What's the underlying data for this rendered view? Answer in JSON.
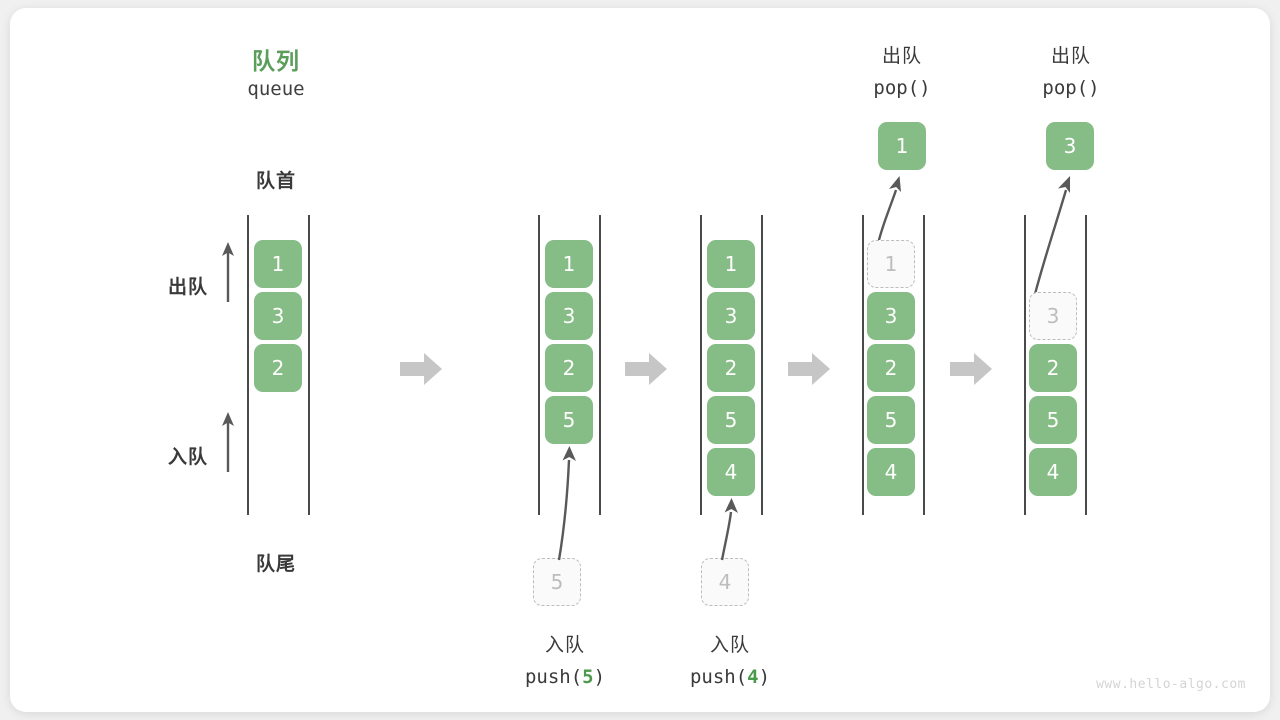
{
  "diagram": {
    "title_cn": "队列",
    "title_en": "queue",
    "head_label": "队首",
    "tail_label": "队尾",
    "dequeue_label": "出队",
    "enqueue_label": "入队",
    "watermark": "www.hello-algo.com",
    "colors": {
      "element": "#86bc85",
      "accent": "#5a9e5a",
      "ghost_border": "#bdbdbd",
      "rail": "#4a4a4a",
      "step_arrow": "#c6c6c6",
      "text": "#3a3a3a",
      "card": "#ffffff",
      "background": "#f0f0f0"
    }
  },
  "steps": [
    {
      "id": "initial",
      "cells": [
        {
          "value": "1",
          "slot": 1,
          "state": "filled"
        },
        {
          "value": "3",
          "slot": 2,
          "state": "filled"
        },
        {
          "value": "2",
          "slot": 3,
          "state": "filled"
        }
      ],
      "side_labels": [
        {
          "text": "出队",
          "kind": "dequeue"
        },
        {
          "text": "入队",
          "kind": "enqueue"
        }
      ],
      "pending": null,
      "caption_cn": null,
      "caption_code": null,
      "popped": null
    },
    {
      "id": "push-5",
      "cells": [
        {
          "value": "1",
          "slot": 1,
          "state": "filled"
        },
        {
          "value": "3",
          "slot": 2,
          "state": "filled"
        },
        {
          "value": "2",
          "slot": 3,
          "state": "filled"
        },
        {
          "value": "5",
          "slot": 4,
          "state": "filled"
        }
      ],
      "pending": {
        "value": "5",
        "state": "ghost"
      },
      "caption_cn": "入队",
      "caption_code": "push(5)",
      "caption_code_pre": "push(",
      "caption_code_num": "5",
      "caption_code_post": ")",
      "popped": null
    },
    {
      "id": "push-4",
      "cells": [
        {
          "value": "1",
          "slot": 1,
          "state": "filled"
        },
        {
          "value": "3",
          "slot": 2,
          "state": "filled"
        },
        {
          "value": "2",
          "slot": 3,
          "state": "filled"
        },
        {
          "value": "5",
          "slot": 4,
          "state": "filled"
        },
        {
          "value": "4",
          "slot": 5,
          "state": "filled"
        }
      ],
      "pending": {
        "value": "4",
        "state": "ghost"
      },
      "caption_cn": "入队",
      "caption_code": "push(4)",
      "caption_code_pre": "push(",
      "caption_code_num": "4",
      "caption_code_post": ")",
      "popped": null
    },
    {
      "id": "pop-1",
      "cells": [
        {
          "value": "1",
          "slot": 1,
          "state": "ghost"
        },
        {
          "value": "3",
          "slot": 2,
          "state": "filled"
        },
        {
          "value": "2",
          "slot": 3,
          "state": "filled"
        },
        {
          "value": "5",
          "slot": 4,
          "state": "filled"
        },
        {
          "value": "4",
          "slot": 5,
          "state": "filled"
        }
      ],
      "pending": null,
      "header_cn": "出队",
      "header_code": "pop()",
      "popped": {
        "value": "1",
        "state": "filled"
      }
    },
    {
      "id": "pop-3",
      "cells": [
        {
          "value": "3",
          "slot": 2,
          "state": "ghost"
        },
        {
          "value": "2",
          "slot": 3,
          "state": "filled"
        },
        {
          "value": "5",
          "slot": 4,
          "state": "filled"
        },
        {
          "value": "4",
          "slot": 5,
          "state": "filled"
        }
      ],
      "pending": null,
      "header_cn": "出队",
      "header_code": "pop()",
      "popped": {
        "value": "3",
        "state": "filled"
      }
    }
  ]
}
